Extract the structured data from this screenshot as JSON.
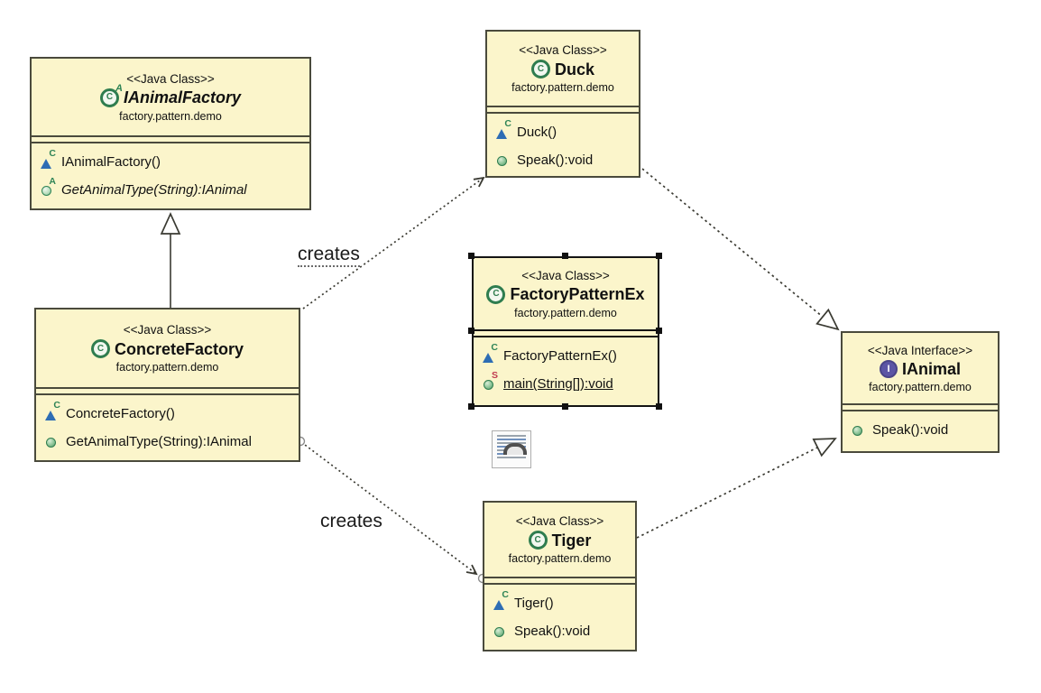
{
  "colors": {
    "box_fill": "#FBF5CB",
    "box_border": "#4A4A3C",
    "selected_border": "#141414",
    "constructor_blue": "#2E6DB4",
    "method_green": "#2F7D4F",
    "modifier_green": "#2F8456",
    "static_red": "#C0394F",
    "interface_purple": "#5C55A5",
    "wire_color": "#3A3A32"
  },
  "edges": {
    "creates_duck_label": "creates",
    "creates_tiger_label": "creates"
  },
  "classes": [
    {
      "stereotype": "<<Java Class>>",
      "name": "IAnimalFactory",
      "package": "factory.pattern.demo",
      "icon_letter": "C",
      "icon_modifier": "A",
      "methods": [
        {
          "modifier": "C",
          "label": "IAnimalFactory()"
        },
        {
          "modifier": "A",
          "label": "GetAnimalType(String):IAnimal"
        }
      ]
    },
    {
      "stereotype": "<<Java Class>>",
      "name": "Duck",
      "package": "factory.pattern.demo",
      "icon_letter": "C",
      "methods": [
        {
          "modifier": "C",
          "label": "Duck()"
        },
        {
          "modifier": "",
          "label": "Speak():void"
        }
      ]
    },
    {
      "stereotype": "<<Java Class>>",
      "name": "ConcreteFactory",
      "package": "factory.pattern.demo",
      "icon_letter": "C",
      "methods": [
        {
          "modifier": "C",
          "label": "ConcreteFactory()"
        },
        {
          "modifier": "",
          "label": "GetAnimalType(String):IAnimal"
        }
      ]
    },
    {
      "stereotype": "<<Java Class>>",
      "name": "FactoryPatternEx",
      "package": "factory.pattern.demo",
      "icon_letter": "C",
      "methods": [
        {
          "modifier": "C",
          "label": "FactoryPatternEx()"
        },
        {
          "modifier": "S",
          "label": "main(String[]):void"
        }
      ]
    },
    {
      "stereotype": "<<Java Interface>>",
      "name": "IAnimal",
      "package": "factory.pattern.demo",
      "icon_letter": "I",
      "methods": [
        {
          "modifier": "",
          "label": "Speak():void"
        }
      ]
    },
    {
      "stereotype": "<<Java Class>>",
      "name": "Tiger",
      "package": "factory.pattern.demo",
      "icon_letter": "C",
      "methods": [
        {
          "modifier": "C",
          "label": "Tiger()"
        },
        {
          "modifier": "",
          "label": "Speak():void"
        }
      ]
    }
  ]
}
